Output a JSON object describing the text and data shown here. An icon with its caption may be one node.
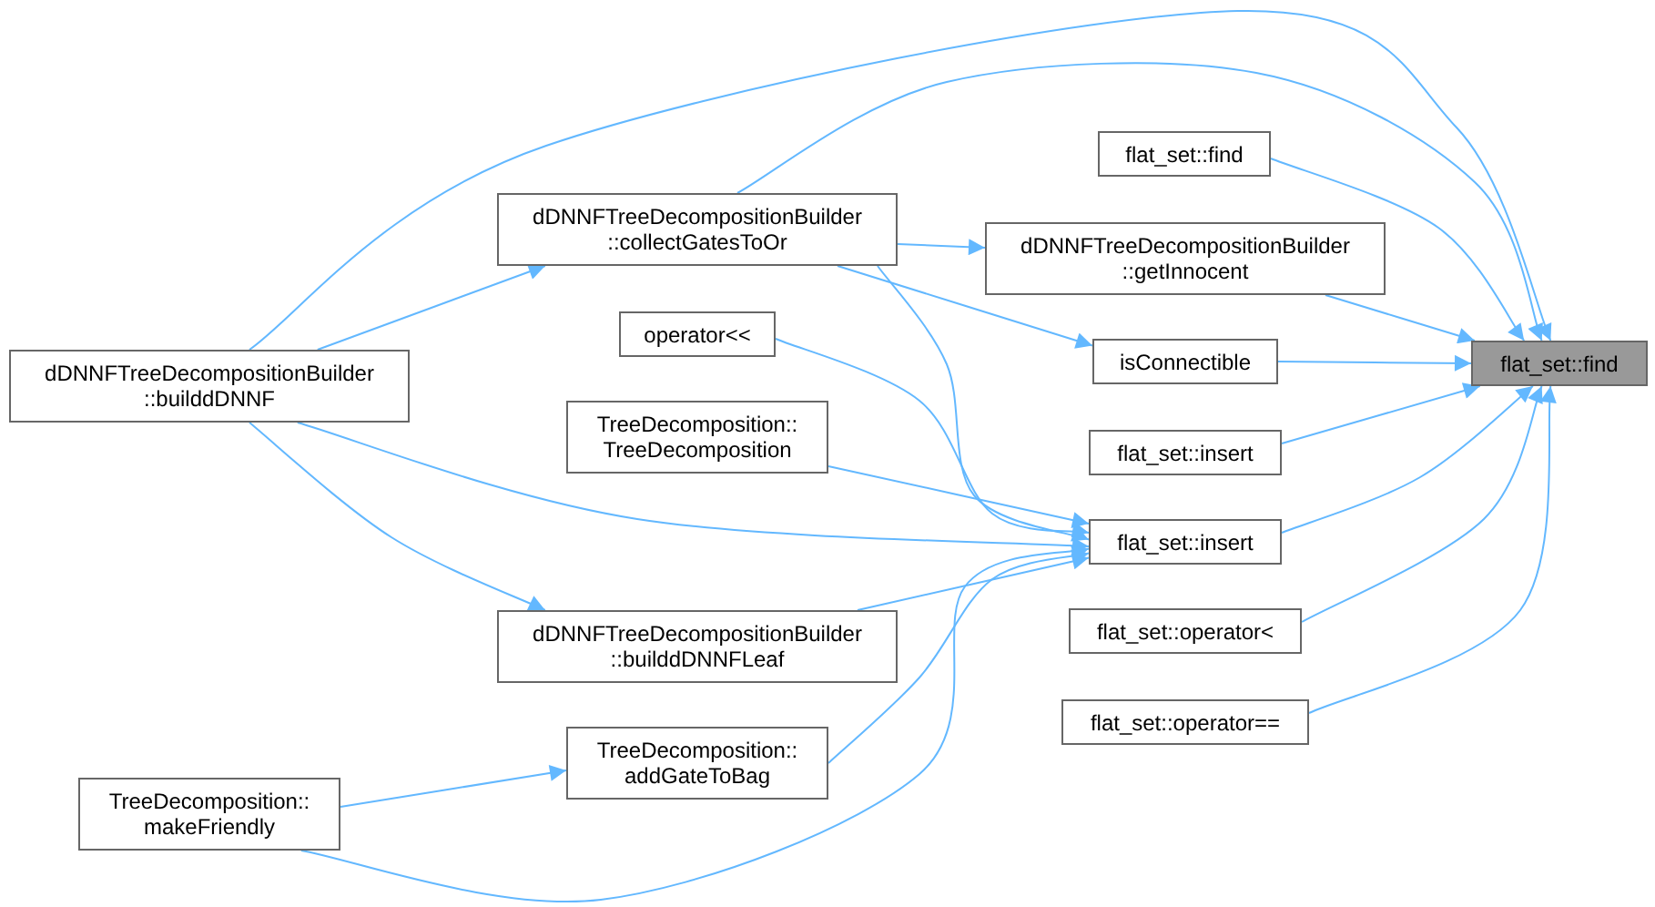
{
  "diagram": {
    "nodes": [
      {
        "text": [
          "flat_set::find"
        ]
      },
      {
        "text": [
          "dDNNFTreeDecompositionBuilder ::builddDNNF"
        ]
      },
      {
        "text": [
          "dDNNFTreeDecompositionBuilder ::collectGatesToOr"
        ]
      },
      {
        "text": [
          "operator<<"
        ]
      },
      {
        "text": [
          "TreeDecomposition:: TreeDecomposition"
        ]
      },
      {
        "text": [
          "dDNNFTreeDecompositionBuilder ::builddDNNFLeaf"
        ]
      },
      {
        "text": [
          "TreeDecomposition:: addGateToBag"
        ]
      },
      {
        "text": [
          "TreeDecomposition:: makeFriendly"
        ]
      },
      {
        "text": [
          "flat_set::find"
        ]
      },
      {
        "text": [
          "dDNNFTreeDecompositionBuilder ::getInnocent"
        ]
      },
      {
        "text": [
          "isConnectible"
        ]
      },
      {
        "text": [
          "flat_set::insert"
        ]
      },
      {
        "text": [
          "flat_set::insert"
        ]
      },
      {
        "text": [
          "flat_set::operator<"
        ]
      },
      {
        "text": [
          "flat_set::operator=="
        ]
      }
    ],
    "edges": [
      {
        "from": 1,
        "to": 0,
        "arrow": "to"
      },
      {
        "from": 2,
        "to": 0,
        "arrow": "to"
      },
      {
        "from": 8,
        "to": 0,
        "arrow": "to"
      },
      {
        "from": 9,
        "to": 0,
        "arrow": "to"
      },
      {
        "from": 10,
        "to": 0,
        "arrow": "to"
      },
      {
        "from": 11,
        "to": 0,
        "arrow": "to"
      },
      {
        "from": 12,
        "to": 0,
        "arrow": "to"
      },
      {
        "from": 13,
        "to": 0,
        "arrow": "to"
      },
      {
        "from": 14,
        "to": 0,
        "arrow": "to"
      },
      {
        "from": 1,
        "to": 2,
        "arrow": "to"
      },
      {
        "from": 1,
        "to": 5,
        "arrow": "to"
      },
      {
        "from": 1,
        "to": 12,
        "arrow": "to"
      },
      {
        "from": 2,
        "to": 9,
        "arrow": "to"
      },
      {
        "from": 2,
        "to": 10,
        "arrow": "to"
      },
      {
        "from": 2,
        "to": 12,
        "arrow": "to"
      },
      {
        "from": 3,
        "to": 12,
        "arrow": "to"
      },
      {
        "from": 4,
        "to": 12,
        "arrow": "to"
      },
      {
        "from": 5,
        "to": 12,
        "arrow": "to"
      },
      {
        "from": 6,
        "to": 12,
        "arrow": "to"
      },
      {
        "from": 7,
        "to": 6,
        "arrow": "to"
      },
      {
        "from": 7,
        "to": 12,
        "arrow": "to"
      }
    ]
  }
}
